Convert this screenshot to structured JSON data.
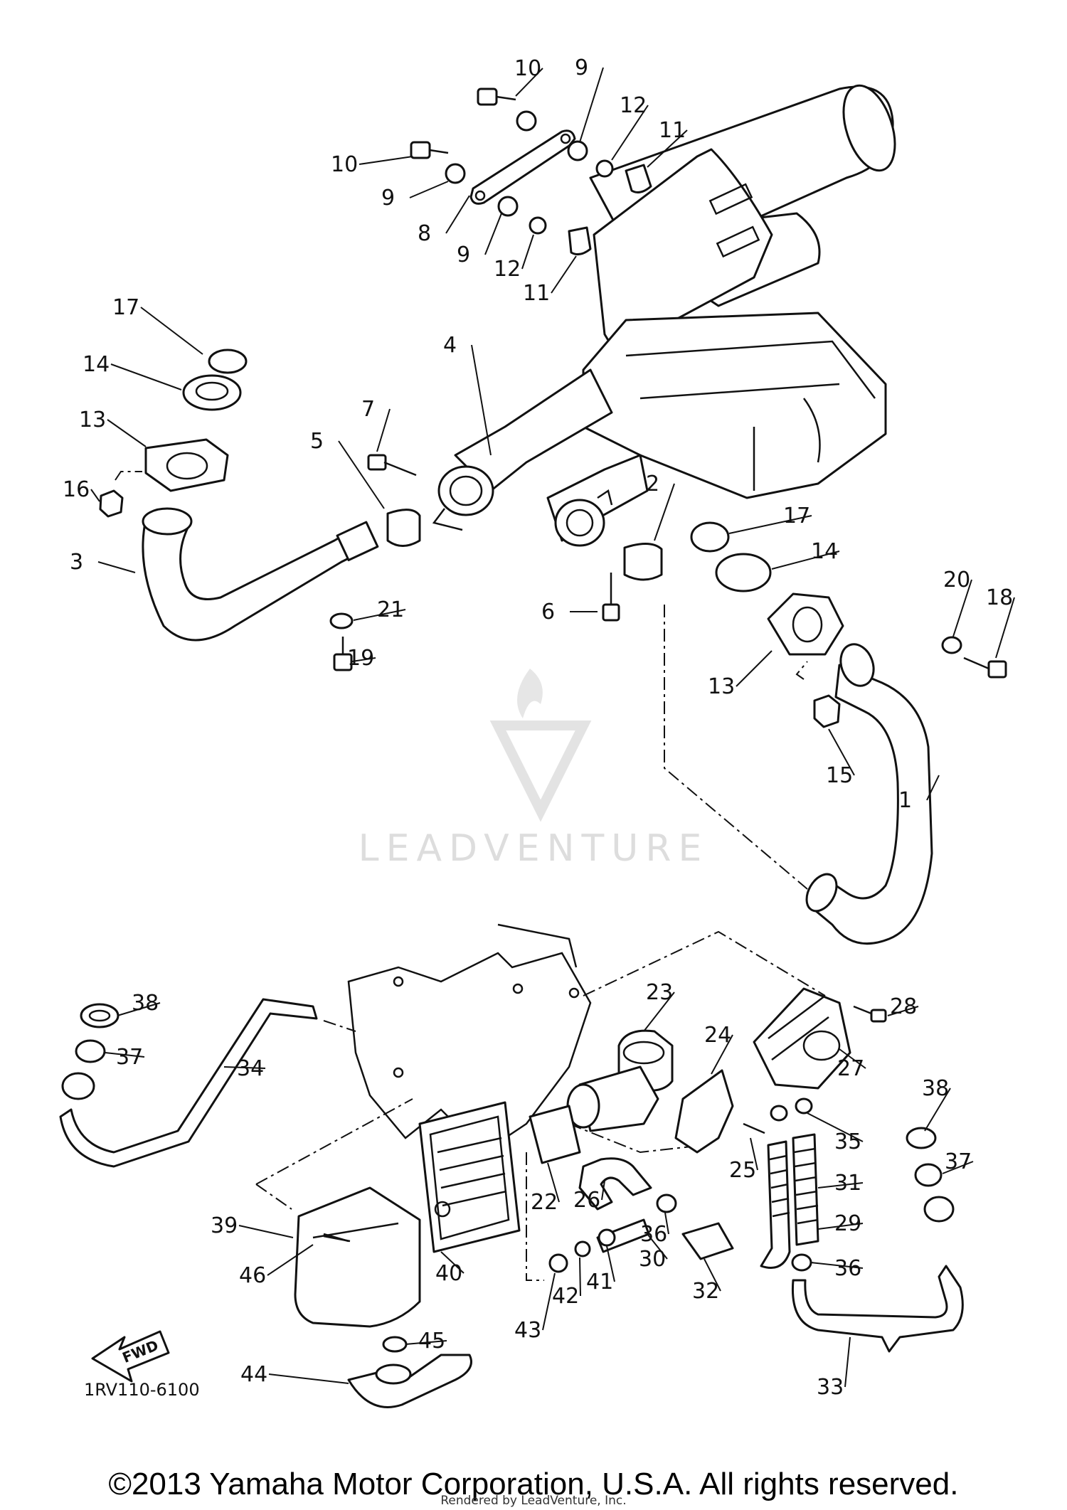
{
  "diagram": {
    "callouts": [
      {
        "id": "c1",
        "label": "1"
      },
      {
        "id": "c2",
        "label": "2"
      },
      {
        "id": "c3",
        "label": "3"
      },
      {
        "id": "c4",
        "label": "4"
      },
      {
        "id": "c5",
        "label": "5"
      },
      {
        "id": "c6",
        "label": "6"
      },
      {
        "id": "c7",
        "label": "7"
      },
      {
        "id": "c8",
        "label": "8"
      },
      {
        "id": "c9a",
        "label": "9"
      },
      {
        "id": "c9b",
        "label": "9"
      },
      {
        "id": "c9c",
        "label": "9"
      },
      {
        "id": "c10a",
        "label": "10"
      },
      {
        "id": "c10b",
        "label": "10"
      },
      {
        "id": "c11a",
        "label": "11"
      },
      {
        "id": "c11b",
        "label": "11"
      },
      {
        "id": "c12a",
        "label": "12"
      },
      {
        "id": "c12b",
        "label": "12"
      },
      {
        "id": "c13a",
        "label": "13"
      },
      {
        "id": "c13b",
        "label": "13"
      },
      {
        "id": "c14a",
        "label": "14"
      },
      {
        "id": "c14b",
        "label": "14"
      },
      {
        "id": "c15",
        "label": "15"
      },
      {
        "id": "c16",
        "label": "16"
      },
      {
        "id": "c17a",
        "label": "17"
      },
      {
        "id": "c17b",
        "label": "17"
      },
      {
        "id": "c18",
        "label": "18"
      },
      {
        "id": "c19",
        "label": "19"
      },
      {
        "id": "c20",
        "label": "20"
      },
      {
        "id": "c21",
        "label": "21"
      },
      {
        "id": "c22",
        "label": "22"
      },
      {
        "id": "c23",
        "label": "23"
      },
      {
        "id": "c24",
        "label": "24"
      },
      {
        "id": "c25",
        "label": "25"
      },
      {
        "id": "c26",
        "label": "26"
      },
      {
        "id": "c27",
        "label": "27"
      },
      {
        "id": "c28",
        "label": "28"
      },
      {
        "id": "c29",
        "label": "29"
      },
      {
        "id": "c30",
        "label": "30"
      },
      {
        "id": "c31",
        "label": "31"
      },
      {
        "id": "c32",
        "label": "32"
      },
      {
        "id": "c33",
        "label": "33"
      },
      {
        "id": "c34",
        "label": "34"
      },
      {
        "id": "c35",
        "label": "35"
      },
      {
        "id": "c36a",
        "label": "36"
      },
      {
        "id": "c36b",
        "label": "36"
      },
      {
        "id": "c37a",
        "label": "37"
      },
      {
        "id": "c37b",
        "label": "37"
      },
      {
        "id": "c38a",
        "label": "38"
      },
      {
        "id": "c38b",
        "label": "38"
      },
      {
        "id": "c39",
        "label": "39"
      },
      {
        "id": "c40",
        "label": "40"
      },
      {
        "id": "c41",
        "label": "41"
      },
      {
        "id": "c42",
        "label": "42"
      },
      {
        "id": "c43",
        "label": "43"
      },
      {
        "id": "c44",
        "label": "44"
      },
      {
        "id": "c45",
        "label": "45"
      },
      {
        "id": "c46",
        "label": "46"
      }
    ],
    "diagram_code": "1RV110-6100",
    "fwd_label": "FWD",
    "watermark": "LEADVENTURE"
  },
  "footer": {
    "copyright": "©2013 Yamaha Motor Corporation, U.S.A. All rights reserved.",
    "rendered_by": "Rendered by LeadVenture, Inc."
  }
}
